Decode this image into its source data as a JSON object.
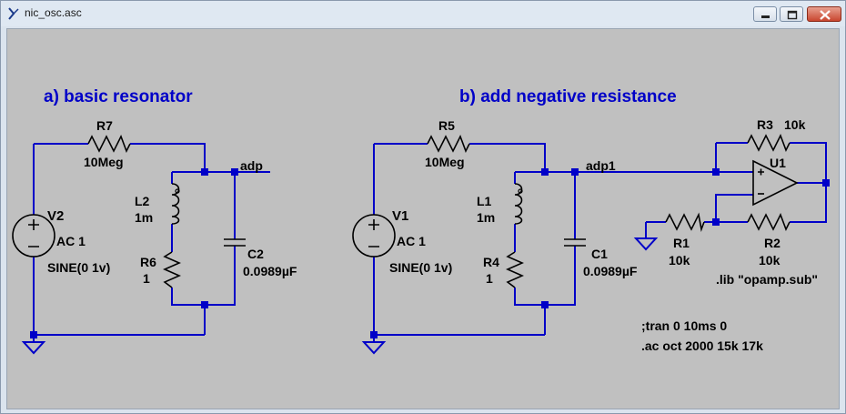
{
  "window": {
    "title": "nic_osc.asc"
  },
  "colors": {
    "wire": "#0000c8",
    "canvas": "#c0c0c0",
    "heading": "#0000c8"
  },
  "headings": {
    "a": "a) basic resonator",
    "b": "b) add negative resistance"
  },
  "circuit_a": {
    "r7_name": "R7",
    "r7_value": "10Meg",
    "l2_name": "L2",
    "l2_value": "1m",
    "r6_name": "R6",
    "r6_value": "1",
    "c2_name": "C2",
    "c2_value": "0.0989µF",
    "v2_name": "V2",
    "v2_ac": "AC 1",
    "v2_sine": "SINE(0 1v)",
    "net": "adp"
  },
  "circuit_b": {
    "r5_name": "R5",
    "r5_value": "10Meg",
    "l1_name": "L1",
    "l1_value": "1m",
    "r4_name": "R4",
    "r4_value": "1",
    "c1_name": "C1",
    "c1_value": "0.0989µF",
    "v1_name": "V1",
    "v1_ac": "AC 1",
    "v1_sine": "SINE(0 1v)",
    "net": "adp1",
    "r3_name": "R3",
    "r3_value": "10k",
    "r1_name": "R1",
    "r1_value": "10k",
    "r2_name": "R2",
    "r2_value": "10k",
    "u1_name": "U1"
  },
  "directives": {
    "lib": ".lib \"opamp.sub\"",
    "tran": ";tran 0 10ms 0",
    "ac": ".ac oct 2000 15k 17k"
  }
}
